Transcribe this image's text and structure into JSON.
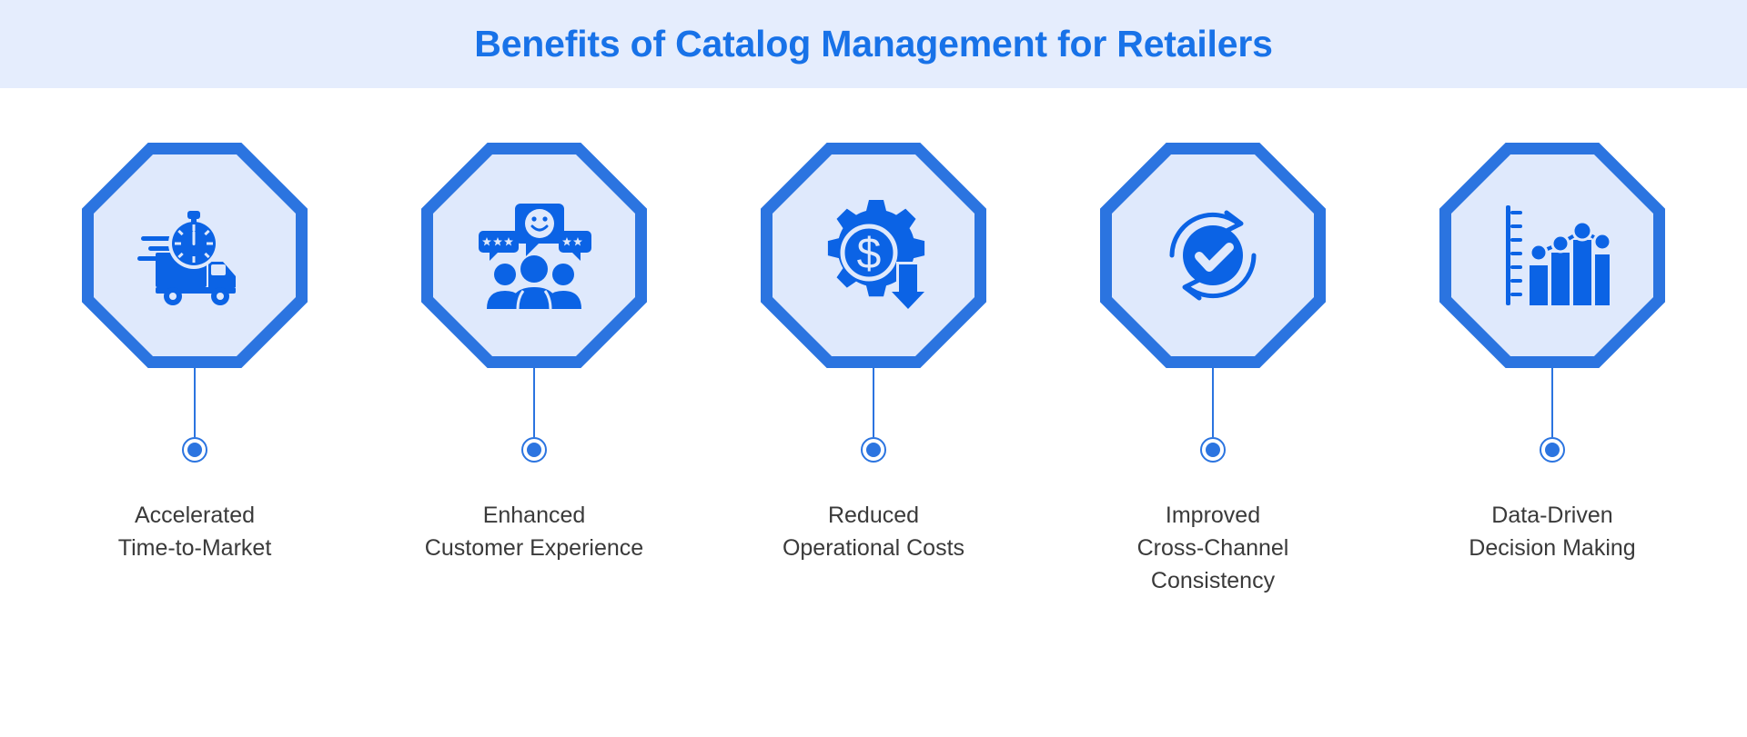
{
  "header": {
    "title": "Benefits of Catalog Management for Retailers"
  },
  "colors": {
    "header_background": "#e5edfd",
    "title_blue": "#1872e8",
    "badge_border": "#2b74e0",
    "badge_fill": "#dfe9fc",
    "icon_blue": "#0b63e5",
    "caption_text": "#3a3a3a",
    "page_background": "#ffffff"
  },
  "items": [
    {
      "icon": "delivery-truck-stopwatch-icon",
      "label": "Accelerated\nTime-to-Market"
    },
    {
      "icon": "customer-feedback-chat-people-icon",
      "label": "Enhanced\nCustomer Experience"
    },
    {
      "icon": "gear-dollar-down-arrow-icon",
      "label": "Reduced\nOperational Costs"
    },
    {
      "icon": "sync-arrows-checkmark-icon",
      "label": "Improved\nCross-Channel\nConsistency"
    },
    {
      "icon": "bar-chart-trend-line-icon",
      "label": "Data-Driven\nDecision Making"
    }
  ]
}
